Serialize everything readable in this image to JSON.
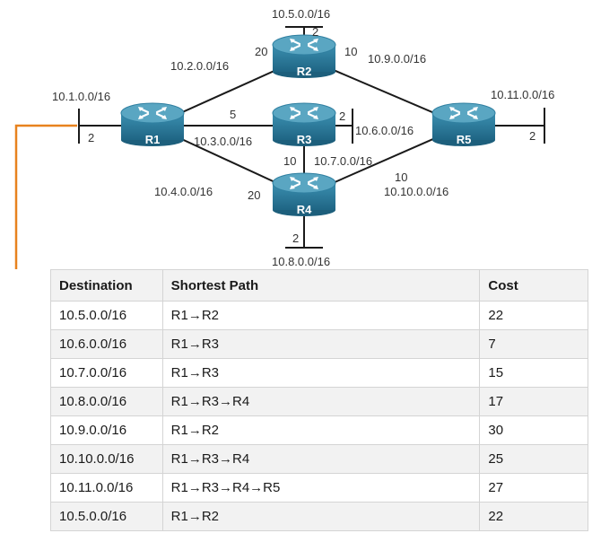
{
  "colors": {
    "router_body": "#2f7fa0",
    "router_top": "#5fa9c4",
    "link": "#1a1a1a",
    "arrow": "#e8821e",
    "header_bg": "#f2f2f2"
  },
  "routers": [
    {
      "id": "R1",
      "label": "R1",
      "icon": "router-icon"
    },
    {
      "id": "R2",
      "label": "R2",
      "icon": "router-icon"
    },
    {
      "id": "R3",
      "label": "R3",
      "icon": "router-icon"
    },
    {
      "id": "R4",
      "label": "R4",
      "icon": "router-icon"
    },
    {
      "id": "R5",
      "label": "R5",
      "icon": "router-icon"
    }
  ],
  "networks": {
    "n1": "10.1.0.0/16",
    "n2": "10.2.0.0/16",
    "n3": "10.3.0.0/16",
    "n4": "10.4.0.0/16",
    "n5": "10.5.0.0/16",
    "n6": "10.6.0.0/16",
    "n7": "10.7.0.0/16",
    "n8": "10.8.0.0/16",
    "n9": "10.9.0.0/16",
    "n10": "10.10.0.0/16",
    "n11": "10.11.0.0/16"
  },
  "costs": {
    "r1_lan": "2",
    "r1_r2_at_r2": "20",
    "r1_r3": "5",
    "r3_lan": "2",
    "r4_r1_at_r4": "20",
    "r2_lan": "2",
    "r2_r5_at_r2": "10",
    "r5_lan": "2",
    "r3_r4_at_r3": "10",
    "r4_r5_at_r4": "10",
    "r4_lan": "2"
  },
  "table": {
    "headers": [
      "Destination",
      "Shortest Path",
      "Cost"
    ],
    "rows": [
      {
        "destination": "10.5.0.0/16",
        "path": "R1→R2",
        "cost": "22"
      },
      {
        "destination": "10.6.0.0/16",
        "path": "R1→R3",
        "cost": "7"
      },
      {
        "destination": "10.7.0.0/16",
        "path": "R1→R3",
        "cost": "15"
      },
      {
        "destination": "10.8.0.0/16",
        "path": "R1→R3→R4",
        "cost": "17"
      },
      {
        "destination": "10.9.0.0/16",
        "path": "R1→R2",
        "cost": "30"
      },
      {
        "destination": "10.10.0.0/16",
        "path": "R1→R3→R4",
        "cost": "25"
      },
      {
        "destination": "10.11.0.0/16",
        "path": "R1→R3→R4→R5",
        "cost": "27"
      },
      {
        "destination": "10.5.0.0/16",
        "path": "R1→R2",
        "cost": "22"
      }
    ]
  }
}
